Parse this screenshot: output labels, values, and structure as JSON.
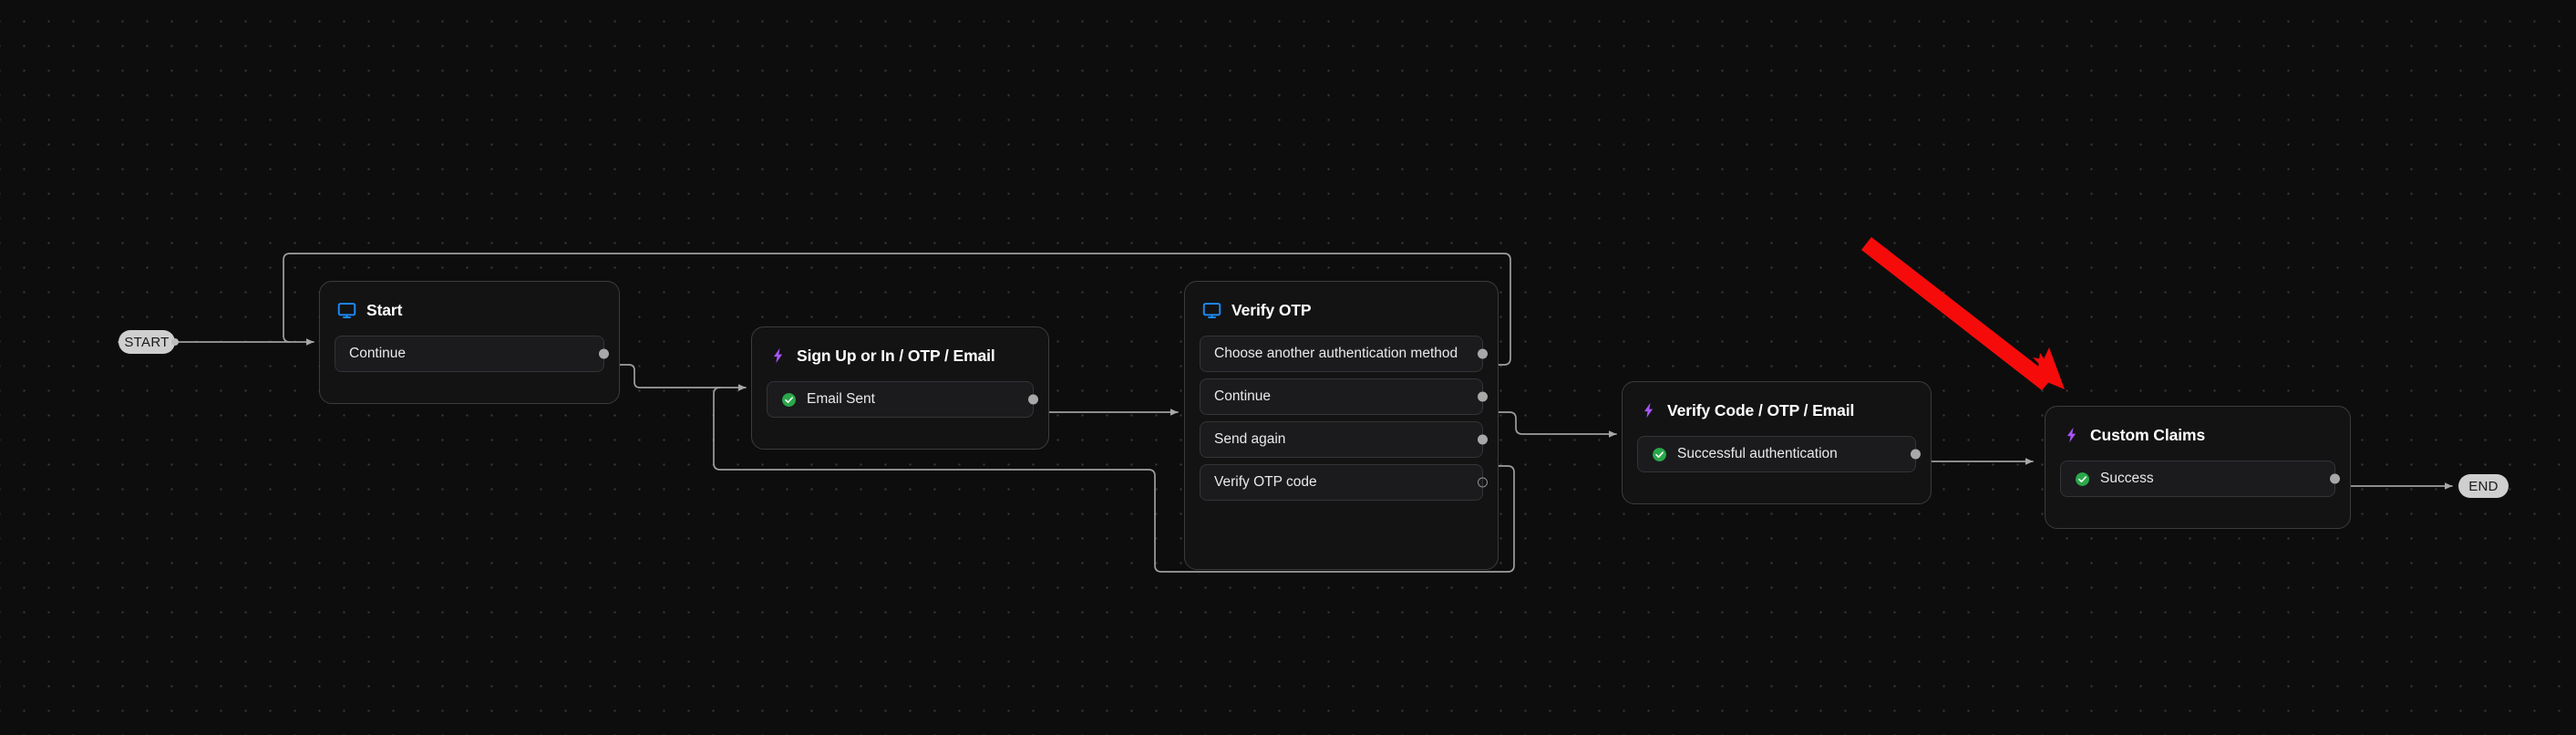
{
  "canvas": {
    "background_color": "#0d0d0d",
    "dot_color": "#3a3a3a",
    "edge_color": "#a0a0a0"
  },
  "terminals": {
    "start": {
      "label": "START"
    },
    "end": {
      "label": "END"
    }
  },
  "nodes": [
    {
      "id": "start",
      "title": "Start",
      "icon": "monitor-icon",
      "icon_color": "#1d8cf8",
      "rows": [
        {
          "label": "Continue",
          "icon": null,
          "handle": "filled"
        }
      ]
    },
    {
      "id": "sign-up-or-in",
      "title": "Sign Up or In / OTP / Email",
      "icon": "bolt-icon",
      "icon_color": "#a855f7",
      "rows": [
        {
          "label": "Email Sent",
          "icon": "check-circle-icon",
          "handle": "filled"
        }
      ]
    },
    {
      "id": "verify-otp",
      "title": "Verify OTP",
      "icon": "monitor-icon",
      "icon_color": "#1d8cf8",
      "rows": [
        {
          "label": "Choose another authentication method",
          "icon": null,
          "handle": "filled"
        },
        {
          "label": "Continue",
          "icon": null,
          "handle": "filled"
        },
        {
          "label": "Send again",
          "icon": null,
          "handle": "filled"
        },
        {
          "label": "Verify OTP code",
          "icon": null,
          "handle": "hollow"
        }
      ]
    },
    {
      "id": "verify-code",
      "title": "Verify Code / OTP / Email",
      "icon": "bolt-icon",
      "icon_color": "#a855f7",
      "rows": [
        {
          "label": "Successful authentication",
          "icon": "check-circle-icon",
          "handle": "filled"
        }
      ]
    },
    {
      "id": "custom-claims",
      "title": "Custom Claims",
      "icon": "bolt-icon",
      "icon_color": "#a855f7",
      "rows": [
        {
          "label": "Success",
          "icon": "check-circle-icon",
          "handle": "filled"
        }
      ]
    }
  ],
  "annotation": {
    "type": "red-arrow",
    "color": "#f60b0b",
    "points_to": "custom-claims"
  }
}
